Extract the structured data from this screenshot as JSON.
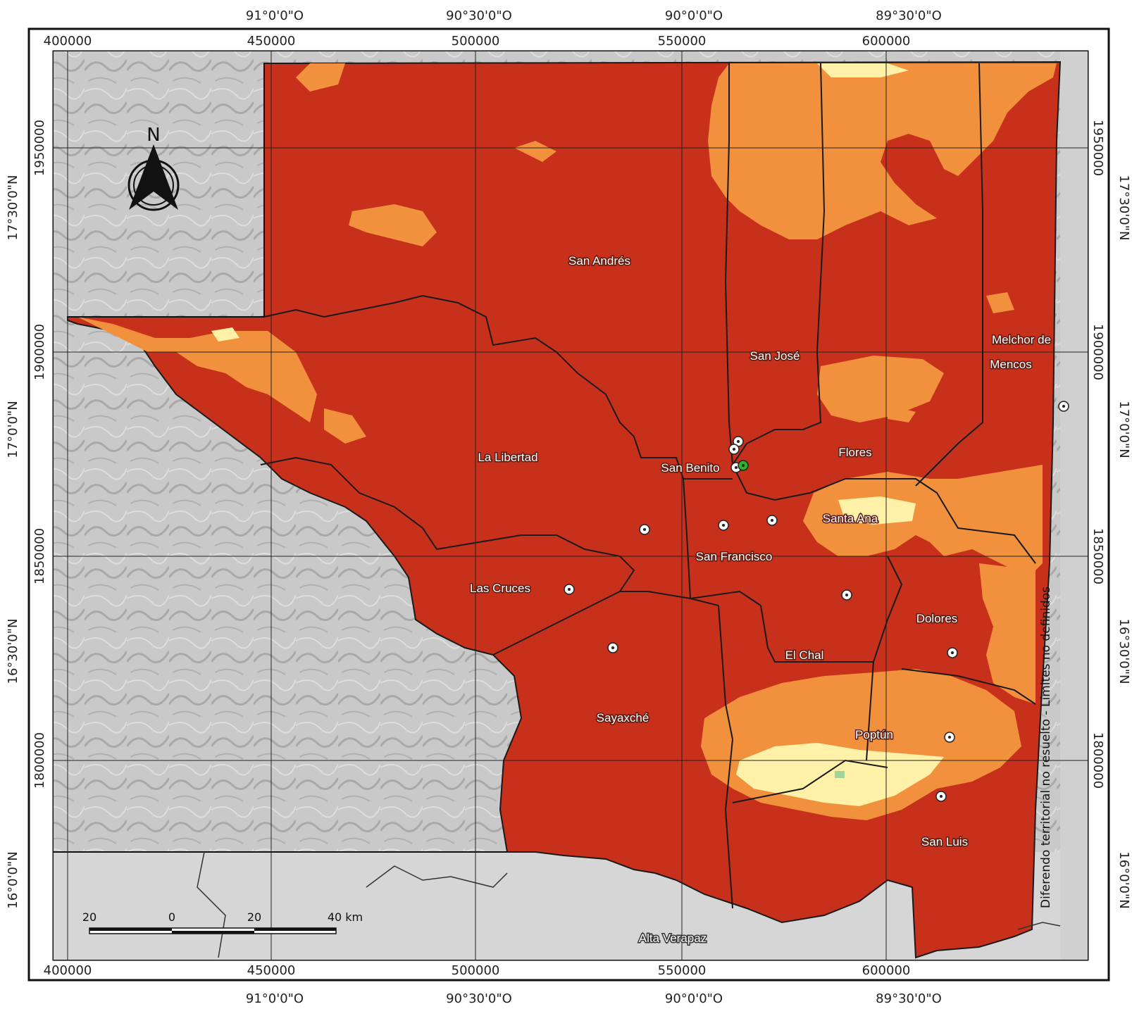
{
  "map": {
    "colors": {
      "background": "#d8d8d8",
      "hillshade": "#bdbdbd",
      "very_high": "#c7301a",
      "high": "#f2913d",
      "medium": "#fff2a8",
      "low": "#9fd39a",
      "border": "#1a1a1a",
      "grid": "#222222",
      "seat_marker": "#ffffff",
      "capital_marker": "#2bb52b"
    },
    "top_longitude_labels": [
      "91°0'0\"O",
      "90°30'0\"O",
      "90°0'0\"O",
      "89°30'0\"O"
    ],
    "bottom_longitude_labels": [
      "91°0'0\"O",
      "90°30'0\"O",
      "90°0'0\"O",
      "89°30'0\"O"
    ],
    "top_easting_labels": [
      "400000",
      "450000",
      "500000",
      "550000",
      "600000"
    ],
    "bottom_easting_labels": [
      "400000",
      "450000",
      "500000",
      "550000",
      "600000"
    ],
    "left_northing_labels": [
      "1950000",
      "1900000",
      "1850000",
      "1800000"
    ],
    "right_northing_labels": [
      "1950000",
      "1900000",
      "1850000",
      "1800000"
    ],
    "left_latitude_labels": [
      "17°30'0\"N",
      "17°0'0\"N",
      "16°30'0\"N",
      "16°0'0\"N"
    ],
    "right_latitude_labels": [
      "17°30'0\"N",
      "17°0'0\"N",
      "16°30'0\"N",
      "16°0'0\"N"
    ],
    "north_arrow": {
      "label": "N",
      "icon": "north-arrow-icon"
    },
    "scale_bar": {
      "labels": [
        "20",
        "0",
        "20",
        "40 km"
      ]
    },
    "territorial_note": "Diferendo territorial no resuelto - Límites no definidos",
    "neighbor_label": "Alta Verapaz",
    "municipalities": [
      {
        "name": "San Andrés"
      },
      {
        "name": "San José"
      },
      {
        "name": "Melchor de"
      },
      {
        "name": "Mencos"
      },
      {
        "name": "La Libertad"
      },
      {
        "name": "San Benito"
      },
      {
        "name": "Flores"
      },
      {
        "name": "Santa Ana"
      },
      {
        "name": "San Francisco"
      },
      {
        "name": "Las Cruces"
      },
      {
        "name": "Dolores"
      },
      {
        "name": "El Chal"
      },
      {
        "name": "Sayaxché"
      },
      {
        "name": "Poptún"
      },
      {
        "name": "San Luis"
      }
    ]
  }
}
